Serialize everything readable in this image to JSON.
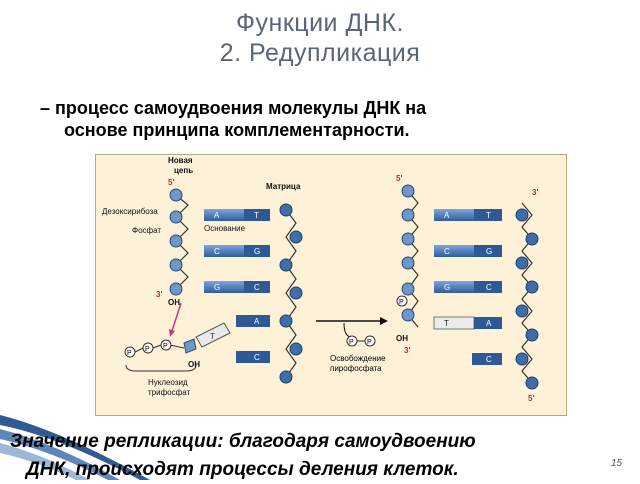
{
  "title": {
    "line1": "Функции ДНК.",
    "line2": "2. Редупликация"
  },
  "definition": {
    "line1": "– процесс самоудвоения молекулы ДНК на",
    "line2": "основе принципа комплементарности."
  },
  "diagram": {
    "new_chain_label_1": "Новая",
    "new_chain_label_2": "цепь",
    "matrix_label": "Матрица",
    "deoxyribose_label": "Дезоксирибоза",
    "base_label": "Основание",
    "phosphate_label": "Фосфат",
    "oh_label": "OH",
    "five_prime": "5'",
    "three_prime": "3'",
    "nucleoside_label_1": "Нуклеозид",
    "nucleoside_label_2": "трифосфат",
    "release_label_1": "Освобождение",
    "release_label_2": "пирофосфата",
    "phosphate_symbol": "P",
    "left_pairs": [
      {
        "left": "A",
        "right": "T"
      },
      {
        "left": "C",
        "right": "G"
      },
      {
        "left": "G",
        "right": "C"
      },
      {
        "left": "",
        "right": "A"
      },
      {
        "left": "",
        "right": "C"
      }
    ],
    "incoming_base": "T",
    "right_pairs": [
      {
        "left": "A",
        "right": "T"
      },
      {
        "left": "C",
        "right": "G"
      },
      {
        "left": "G",
        "right": "C"
      },
      {
        "left": "T",
        "right": "A"
      },
      {
        "left": "",
        "right": "C"
      }
    ]
  },
  "conclusion": {
    "line1": "Значение репликации: благодаря самоудвоению",
    "line2": "ДНК,  происходят процессы деления клеток."
  },
  "page_number": "15",
  "colors": {
    "title": "#5a6678",
    "base_box": "#4a78b8",
    "strand_node": "#3f6ea8",
    "panel_bg": "#fdf2d7",
    "arrow_pink": "#c8367a"
  }
}
